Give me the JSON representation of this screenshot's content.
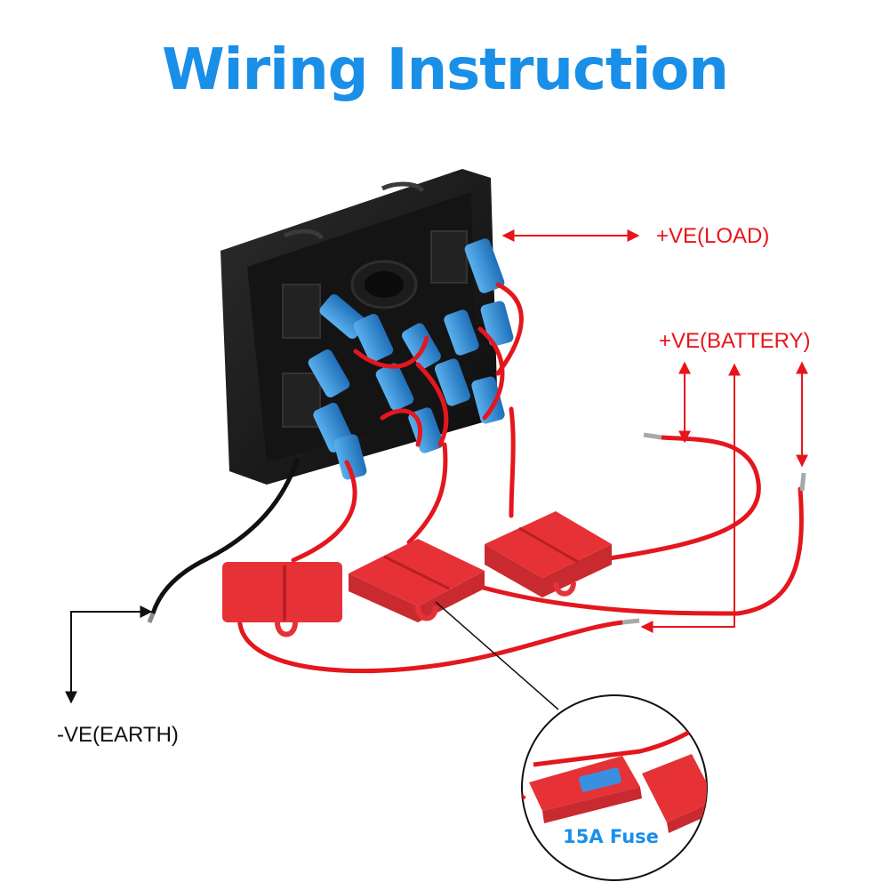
{
  "title": "Wiring Instruction",
  "labels": {
    "load": "+VE(LOAD)",
    "battery": "+VE(BATTERY)",
    "earth": "-VE(EARTH)",
    "fuse": "15A Fuse"
  },
  "colors": {
    "title": "#1a8fe8",
    "annotation_red": "#e8141a",
    "annotation_black": "#111111",
    "fuse_label": "#1a8fe8",
    "wire_red": "#e3171d",
    "fuse_holder": "#e63236",
    "terminal_blue": "#2f8fd6",
    "panel_black": "#1a1a1a"
  }
}
